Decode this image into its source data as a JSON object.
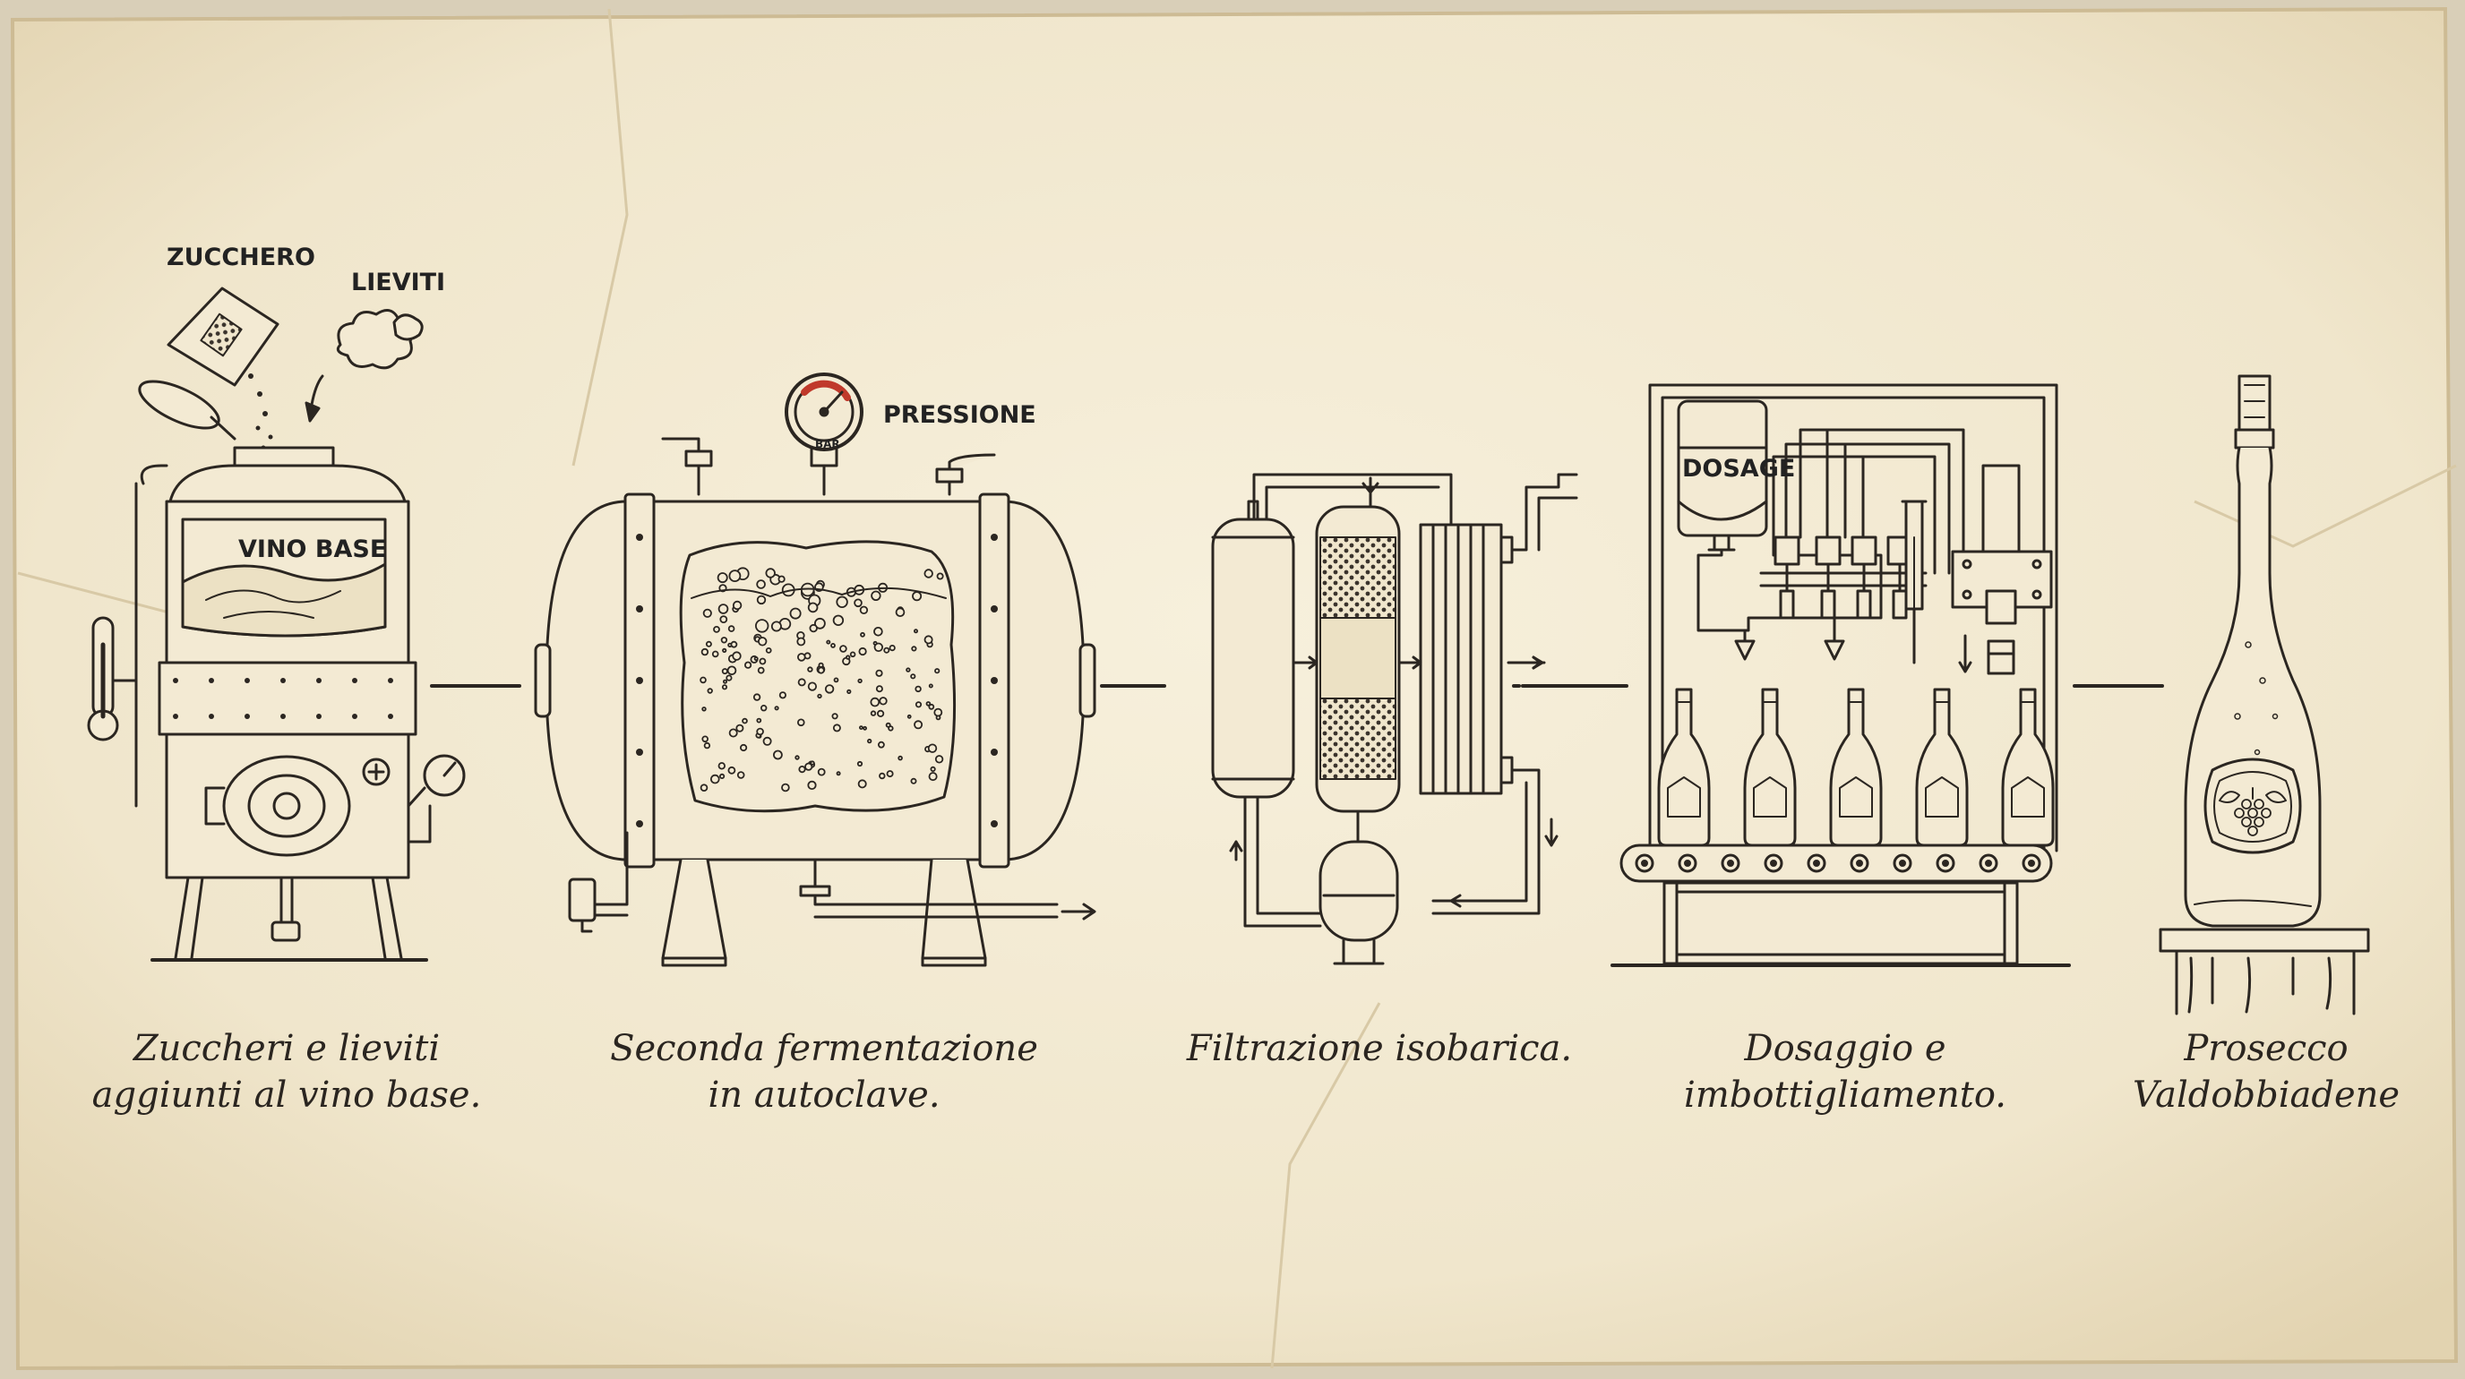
{
  "labels": {
    "zucchero": "ZUCCHERO",
    "lieviti": "LIEVITI",
    "vino_base": "VINO BASE",
    "pressione": "PRESSIONE",
    "bar": "BAR",
    "dosage": "DOSAGE"
  },
  "captions": {
    "step1": "Zuccheri e lieviti\naggiunti al vino base.",
    "step2": "Seconda fermentazione\nin autoclave.",
    "step3": "Filtrazione isobarica.",
    "step4": "Dosaggio e\nimbottigliamento.",
    "step5": "Prosecco\nValdobbiadene"
  },
  "colors": {
    "paper": "#f3ead3",
    "ink": "#2b2621",
    "gauge_red": "#c0392b"
  }
}
